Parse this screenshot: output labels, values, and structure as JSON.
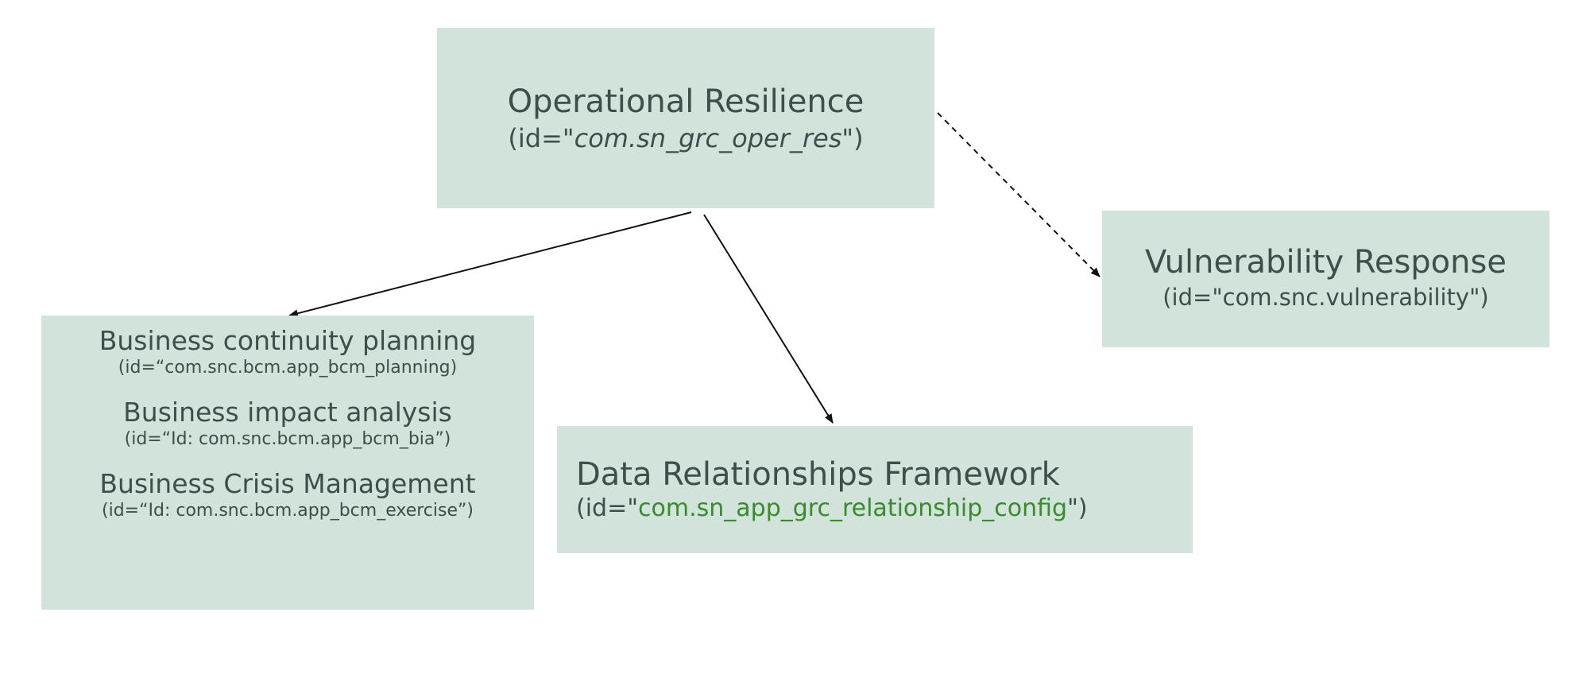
{
  "nodes": {
    "oper_res": {
      "title": "Operational Resilience",
      "id_prefix": "(id=\"",
      "id_value": "com.sn_grc_oper_res",
      "id_suffix": "\")"
    },
    "vulnerability": {
      "title": "Vulnerability Response",
      "id_text": "(id=\"com.snc.vulnerability\")"
    },
    "bcm": {
      "items": [
        {
          "title": "Business continuity planning",
          "id_text": "(id=“com.snc.bcm.app_bcm_planning)"
        },
        {
          "title": "Business impact analysis",
          "id_text": "(id=“Id: com.snc.bcm.app_bcm_bia”)"
        },
        {
          "title": "Business Crisis Management",
          "id_text": "(id=“Id: com.snc.bcm.app_bcm_exercise”)"
        }
      ]
    },
    "drf": {
      "title": "Data Relationships Framework",
      "id_prefix": "(id=\"",
      "id_value": "com.sn_app_grc_relationship_config",
      "id_suffix": "\")"
    }
  },
  "edges": [
    {
      "from": "oper_res",
      "to": "bcm",
      "style": "solid"
    },
    {
      "from": "oper_res",
      "to": "drf",
      "style": "solid"
    },
    {
      "from": "oper_res",
      "to": "vulnerability",
      "style": "dashed"
    }
  ],
  "colors": {
    "box_fill": "#d2e3db",
    "text": "#3f4e4a",
    "id_highlight": "#3a8a2e",
    "arrow": "#111111"
  }
}
